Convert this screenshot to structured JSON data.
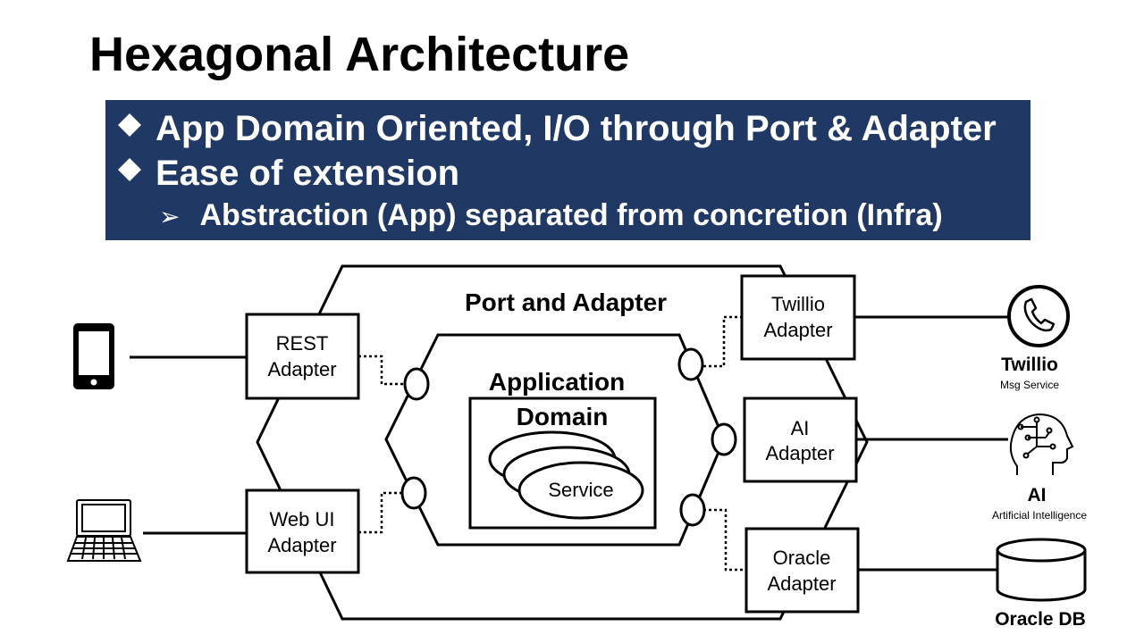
{
  "title": "Hexagonal Architecture",
  "bullets": [
    "App Domain Oriented, I/O through Port & Adapter",
    "Ease of extension"
  ],
  "sub_bullet": "Abstraction (App) separated from concretion (Infra)",
  "diagram": {
    "outer_label": "Port and Adapter",
    "inner_label_1": "Application",
    "inner_label_2": "Domain",
    "service_label": "Service",
    "adapters": {
      "rest": [
        "REST",
        "Adapter"
      ],
      "webui": [
        "Web UI",
        "Adapter"
      ],
      "twillio": [
        "Twillio",
        "Adapter"
      ],
      "ai": [
        "AI",
        "Adapter"
      ],
      "oracle": [
        "Oracle",
        "Adapter"
      ]
    },
    "external": {
      "twillio": {
        "name": "Twillio",
        "desc": "Msg Service"
      },
      "ai": {
        "name": "AI",
        "desc": "Artificial Intelligence"
      },
      "oracle": {
        "name": "Oracle DB"
      }
    }
  },
  "colors": {
    "banner": "#203864"
  }
}
